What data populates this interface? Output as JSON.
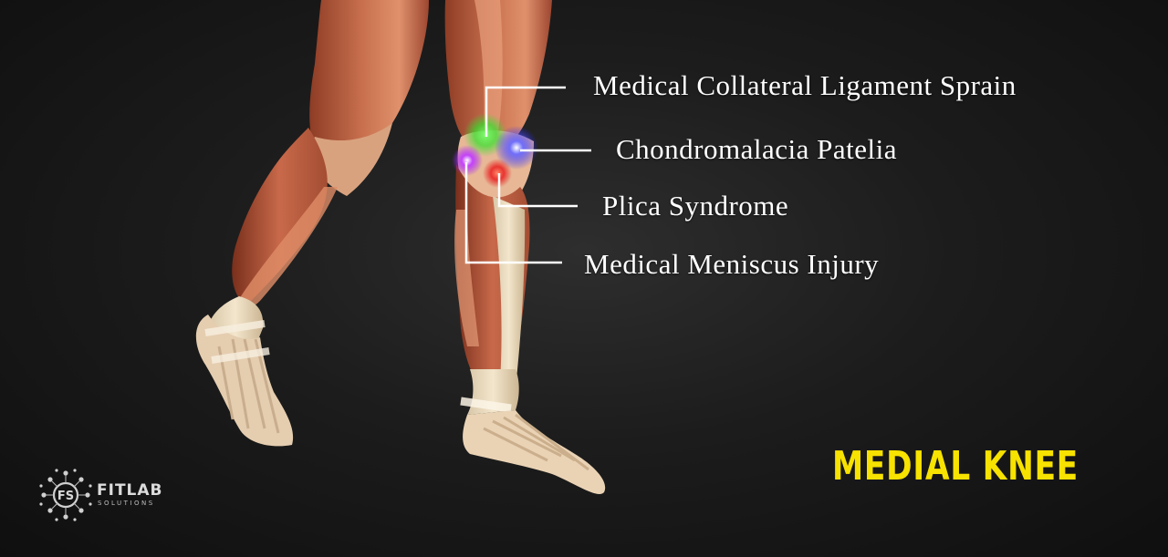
{
  "diagram": {
    "title": "MEDIAL KNEE",
    "title_color": "#f7e200",
    "labels": [
      {
        "id": "mcl",
        "text": "Medical Collateral Ligament Sprain",
        "marker_color": "#3aff4a"
      },
      {
        "id": "chondro",
        "text": "Chondromalacia Patelia",
        "marker_color": "#3a3aff"
      },
      {
        "id": "plica",
        "text": "Plica Syndrome",
        "marker_color": "#ff3030"
      },
      {
        "id": "meniscus",
        "text": "Medical Meniscus Injury",
        "marker_color": "#c040ff"
      }
    ]
  },
  "logo": {
    "name": "FITLAB",
    "sub": "SOLUTIONS",
    "monogram": "FS",
    "icon": "molecule-network-icon"
  }
}
